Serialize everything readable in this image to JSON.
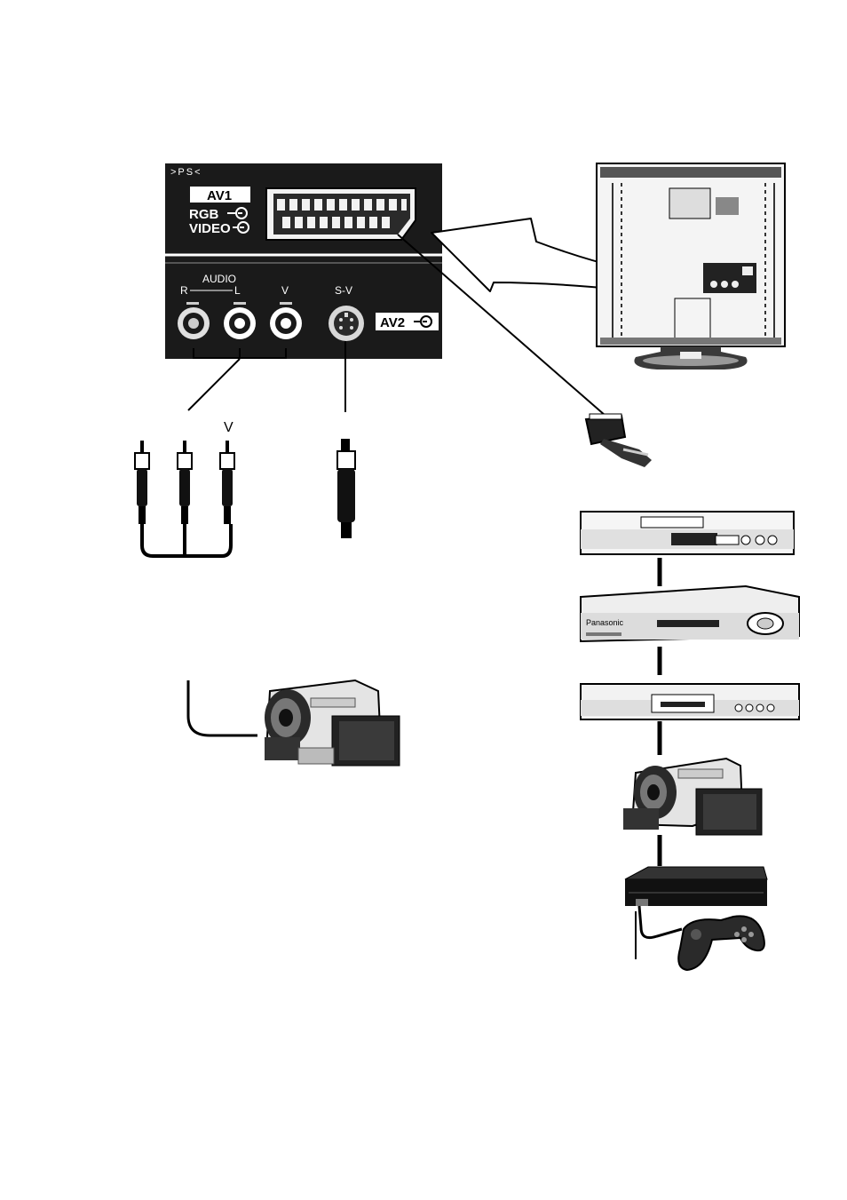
{
  "panel": {
    "ps_label": ">PS<",
    "av1_label": "AV1",
    "rgb_label": "RGB",
    "video_label": "VIDEO",
    "audio_label": "AUDIO",
    "r_label": "R",
    "l_label": "L",
    "v_label": "V",
    "sv_label": "S-V",
    "av2_label": "AV2"
  },
  "cables": {
    "v_label": "V"
  },
  "devices": {
    "dvd_brand": "Panasonic"
  },
  "colors": {
    "panel_background": "#1a1a1a",
    "line": "#000000",
    "label_box": "#ffffff"
  }
}
